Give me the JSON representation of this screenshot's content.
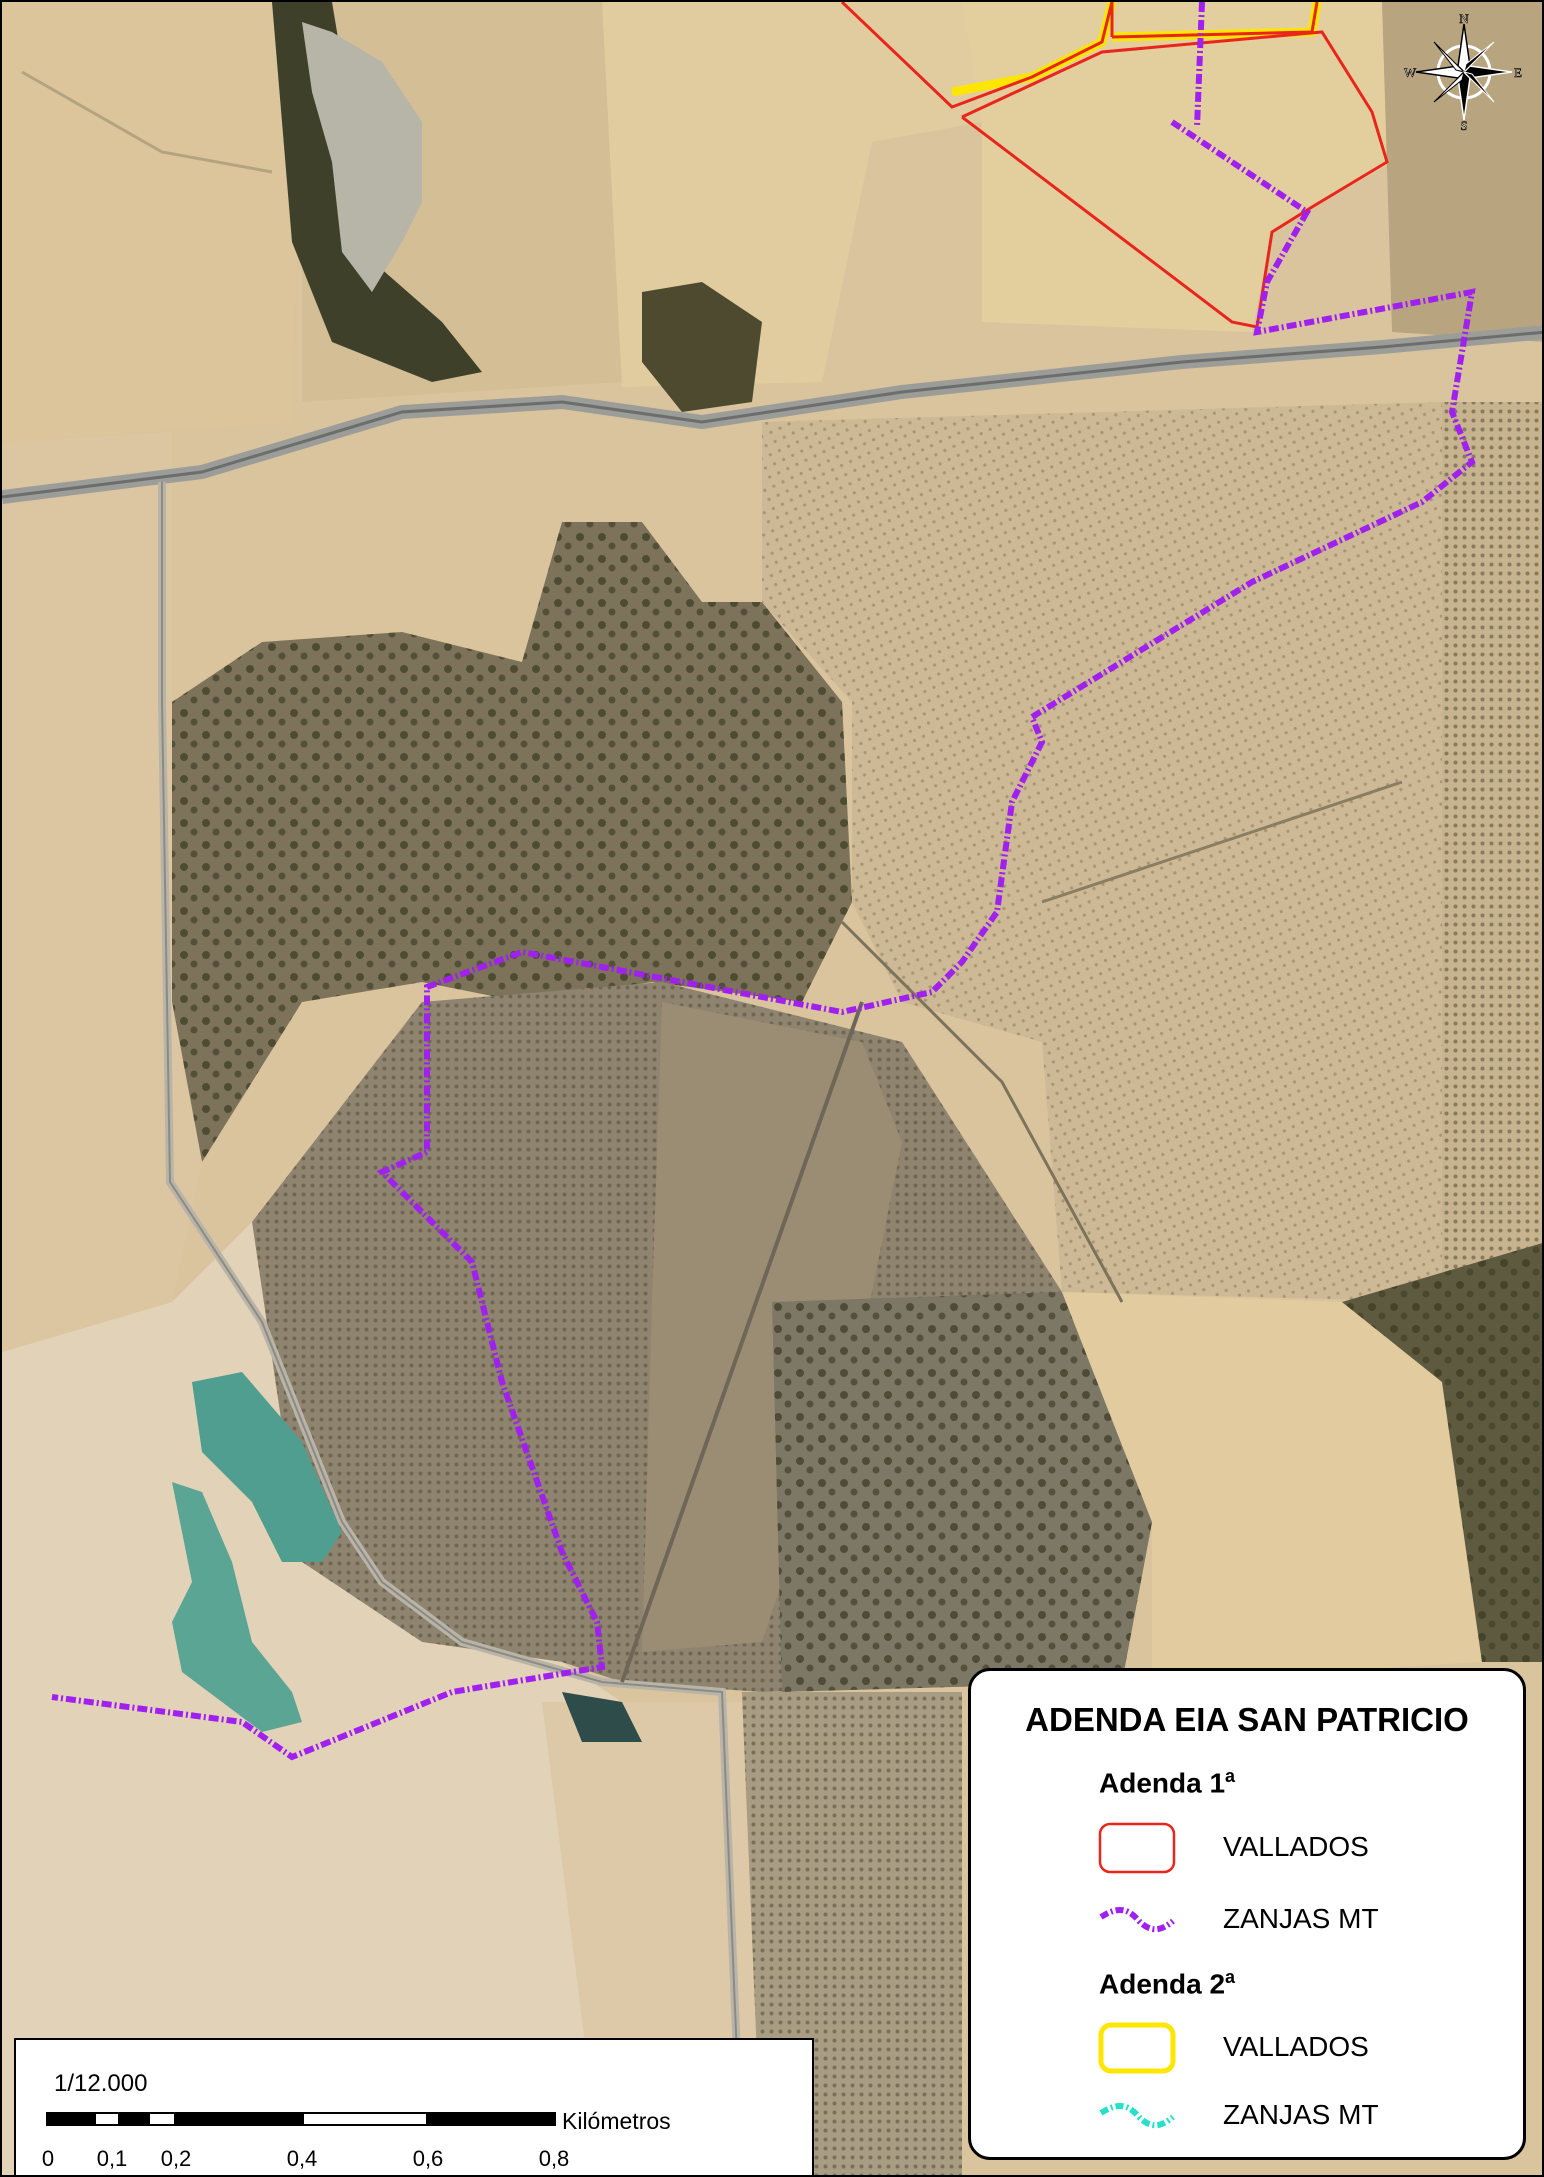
{
  "legend": {
    "title": "ADENDA EIA SAN PATRICIO",
    "sections": [
      {
        "heading": "Adenda 1",
        "sup": "a",
        "items": [
          {
            "label": "VALLADOS",
            "kind": "fence",
            "color": "#e8261c"
          },
          {
            "label": "ZANJAS MT",
            "kind": "trench",
            "color": "#a020f0"
          }
        ]
      },
      {
        "heading": "Adenda 2",
        "sup": "a",
        "items": [
          {
            "label": "VALLADOS",
            "kind": "fence",
            "color": "#ffe600"
          },
          {
            "label": "ZANJAS MT",
            "kind": "trench",
            "color": "#26e0c8"
          }
        ]
      }
    ]
  },
  "scale": {
    "ratio": "1/12.000",
    "unit": "Kilómetros",
    "ticks": [
      "0",
      "0,1",
      "0,2",
      "0,4",
      "0,6",
      "0,8"
    ]
  },
  "north_arrow": {
    "n": "N",
    "s": "S",
    "e": "E",
    "w": "W"
  },
  "colors": {
    "trench_1": "#a020f0",
    "fence_1": "#e8261c",
    "fence_2": "#ffe600",
    "trench_2": "#26e0c8"
  }
}
